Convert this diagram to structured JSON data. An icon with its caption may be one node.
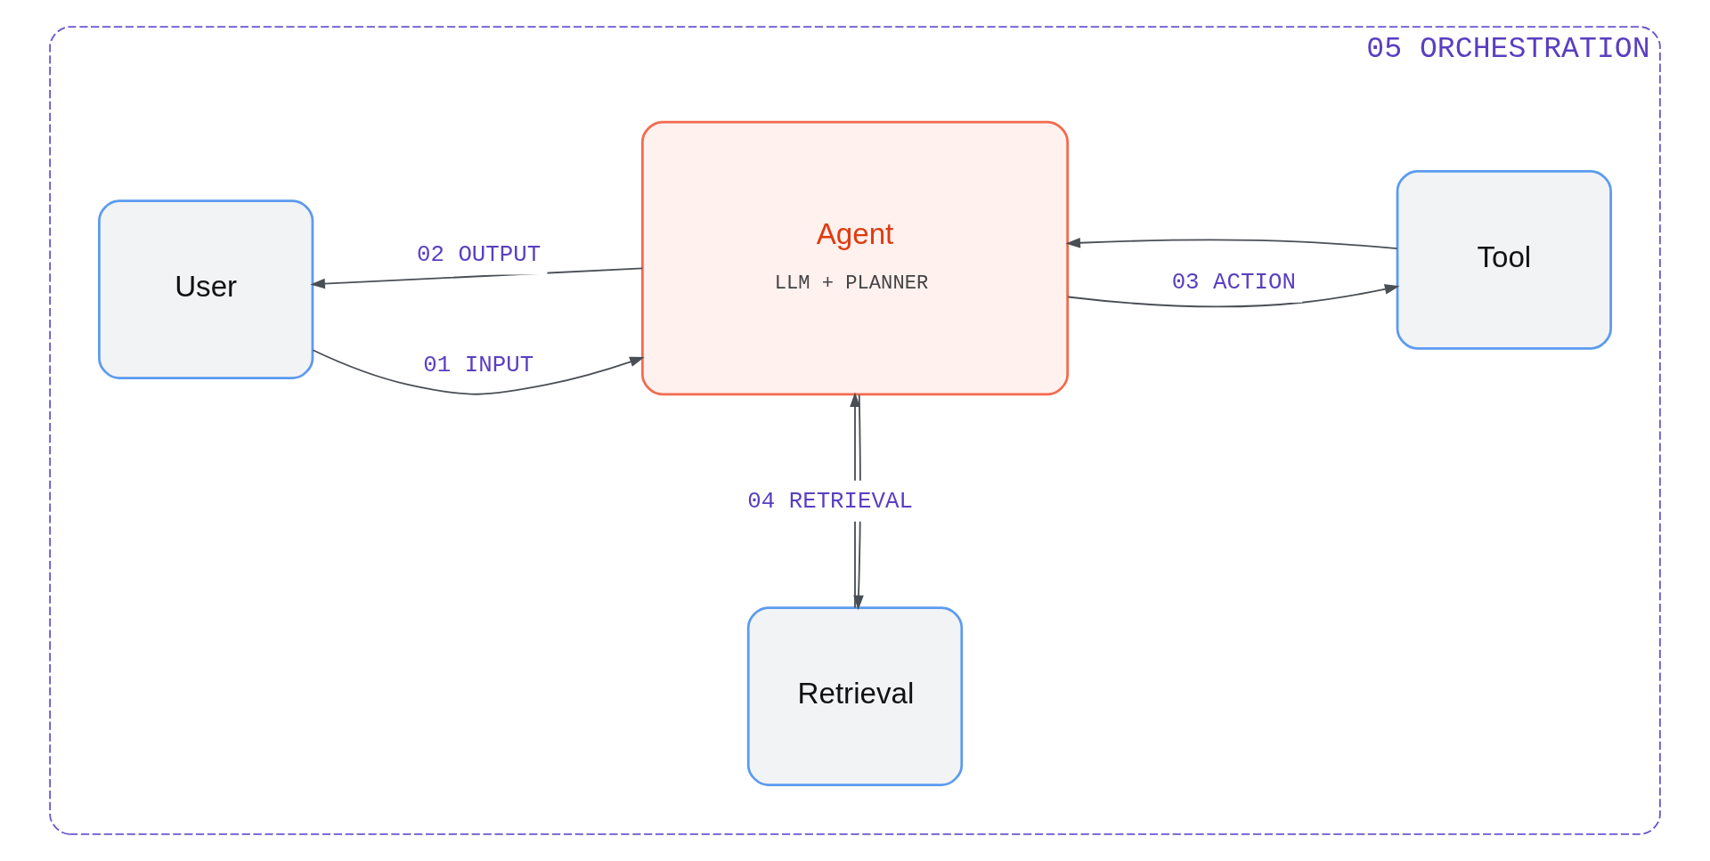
{
  "diagram": {
    "nodes": [
      {
        "text": [
          "05 ORCHESTRATION"
        ]
      },
      {
        "text": [
          "User"
        ],
        "in": 0
      },
      {
        "text": [
          "Agent",
          "LLM + PLANNER"
        ],
        "in": 0
      },
      {
        "text": [
          "Tool"
        ],
        "in": 0
      },
      {
        "text": [
          "Retrieval"
        ],
        "in": 0
      }
    ],
    "edges": [
      {
        "from": 1,
        "to": 2,
        "arrow": "to",
        "label": "01 INPUT"
      },
      {
        "from": 2,
        "to": 1,
        "arrow": "to",
        "label": "02 OUTPUT"
      },
      {
        "from": 2,
        "to": 3,
        "arrow": "to",
        "label": "03 ACTION"
      },
      {
        "from": 3,
        "to": 2,
        "arrow": "to"
      },
      {
        "from": 2,
        "to": 4,
        "arrow": "to"
      },
      {
        "from": 4,
        "to": 2,
        "arrow": "to",
        "label": "04 RETRIEVAL"
      }
    ]
  }
}
